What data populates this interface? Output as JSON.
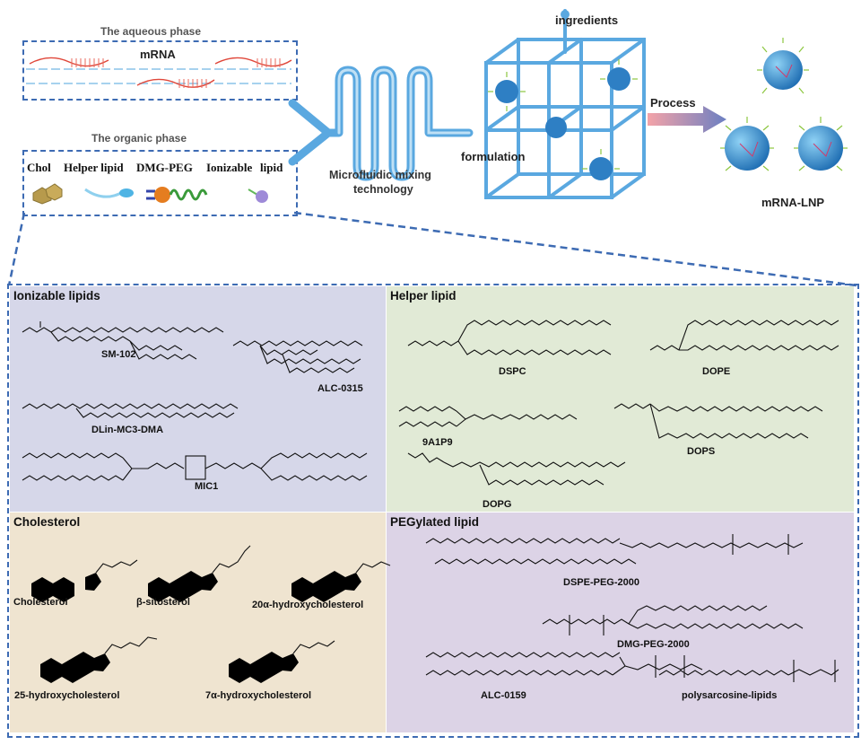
{
  "top": {
    "aqueous_title": "The aqueous phase",
    "mrna_label": "mRNA",
    "organic_title": "The organic phase",
    "components": [
      "Chol",
      "Helper lipid",
      "DMG-PEG",
      "Ionizable",
      "lipid"
    ],
    "microfluidic_line1": "Microfluidic mixing",
    "microfluidic_line2": "technology",
    "ingredients_label": "ingredients",
    "formulation_label": "formulation",
    "process_label": "Process",
    "product_label": "mRNA-LNP"
  },
  "panels": {
    "ionizable": {
      "title": "Ionizable lipids",
      "molecules": [
        "SM-102",
        "ALC-0315",
        "DLin-MC3-DMA",
        "MIC1"
      ]
    },
    "helper": {
      "title": "Helper lipid",
      "molecules": [
        "DSPC",
        "DOPE",
        "9A1P9",
        "DOPS",
        "DOPG"
      ]
    },
    "cholesterol": {
      "title": "Cholesterol",
      "molecules": [
        "Cholesterol",
        "β-sitosterol",
        "20α-hydroxycholesterol",
        "25-hydroxycholesterol",
        "7α-hydroxycholesterol"
      ]
    },
    "peg": {
      "title": "PEGylated lipid",
      "molecules": [
        "DSPE-PEG-2000",
        "DMG-PEG-2000",
        "ALC-0159",
        "polysarcosine-lipids"
      ]
    }
  },
  "colors": {
    "dash_blue": "#3d6bb3",
    "ionizable_bg": "#d6d7e9",
    "helper_bg": "#e1ead6",
    "cholesterol_bg": "#efe4d0",
    "peg_bg": "#dcd3e6",
    "tube_blue": "#5aa8e0",
    "mrna_red": "#e0473a"
  }
}
